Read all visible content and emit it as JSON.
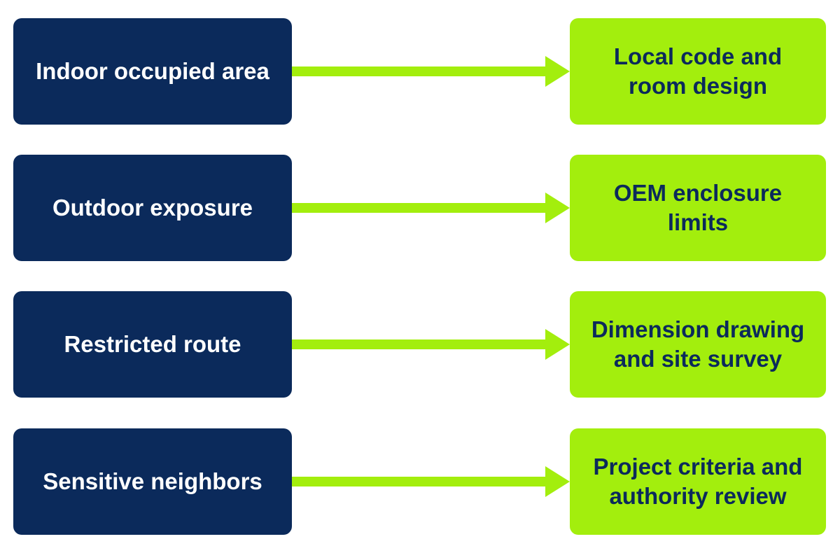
{
  "colors": {
    "source_box": "#0b2a5b",
    "target_box": "#a3ee0d",
    "arrow": "#a3ee0d",
    "background": "#ffffff"
  },
  "rows": [
    {
      "source": "Indoor occupied area",
      "target": "Local code and\nroom design"
    },
    {
      "source": "Outdoor exposure",
      "target": "OEM enclosure limits"
    },
    {
      "source": "Restricted route",
      "target": "Dimension drawing\nand site survey"
    },
    {
      "source": "Sensitive neighbors",
      "target": "Project criteria and\nauthority review"
    }
  ]
}
